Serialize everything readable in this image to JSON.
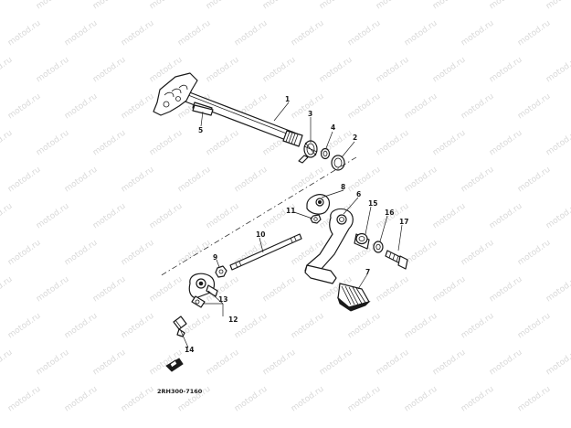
{
  "watermark": "motod.ru",
  "callouts": {
    "p1": "1",
    "p2": "2",
    "p3": "3",
    "p4": "4",
    "p5": "5",
    "p6": "6",
    "p7": "7",
    "p8": "8",
    "p9": "9",
    "p10": "10",
    "p11": "11",
    "p12": "12",
    "p13": "13",
    "p14": "14",
    "p15": "15",
    "p16": "16",
    "p17": "17"
  },
  "diagram_code": "2RH300-7160"
}
